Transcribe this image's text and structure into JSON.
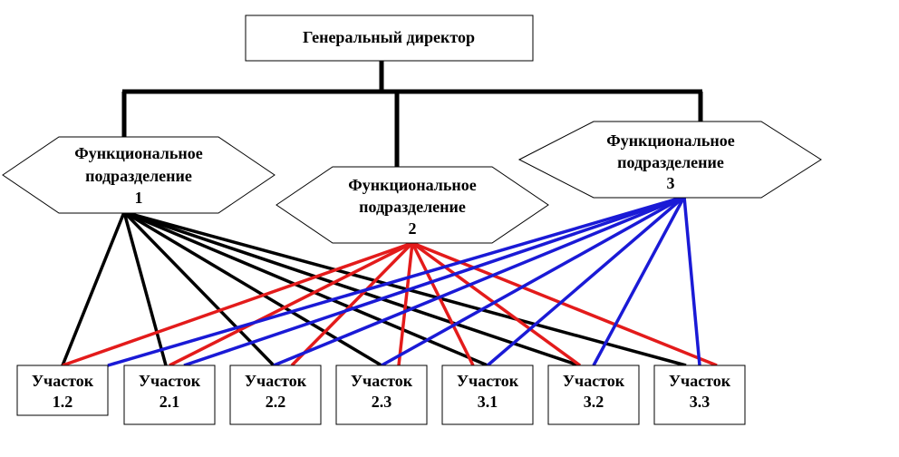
{
  "director": {
    "label": "Генеральный директор"
  },
  "departments": [
    {
      "line1": "Функциональное",
      "line2": "подразделение",
      "line3": "1"
    },
    {
      "line1": "Функциональное",
      "line2": "подразделение",
      "line3": "2"
    },
    {
      "line1": "Функциональное",
      "line2": "подразделение",
      "line3": "3"
    }
  ],
  "sites": [
    {
      "line1": "Участок",
      "line2": "1.2"
    },
    {
      "line1": "Участок",
      "line2": "2.1"
    },
    {
      "line1": "Участок",
      "line2": "2.2"
    },
    {
      "line1": "Участок",
      "line2": "2.3"
    },
    {
      "line1": "Участок",
      "line2": "3.1"
    },
    {
      "line1": "Участок",
      "line2": "3.2"
    },
    {
      "line1": "Участок",
      "line2": "3.3"
    }
  ],
  "colors": {
    "department_1_links": "#000000",
    "department_2_links": "#e31b1b",
    "department_3_links": "#1a1ad6",
    "hierarchy": "#000000"
  }
}
